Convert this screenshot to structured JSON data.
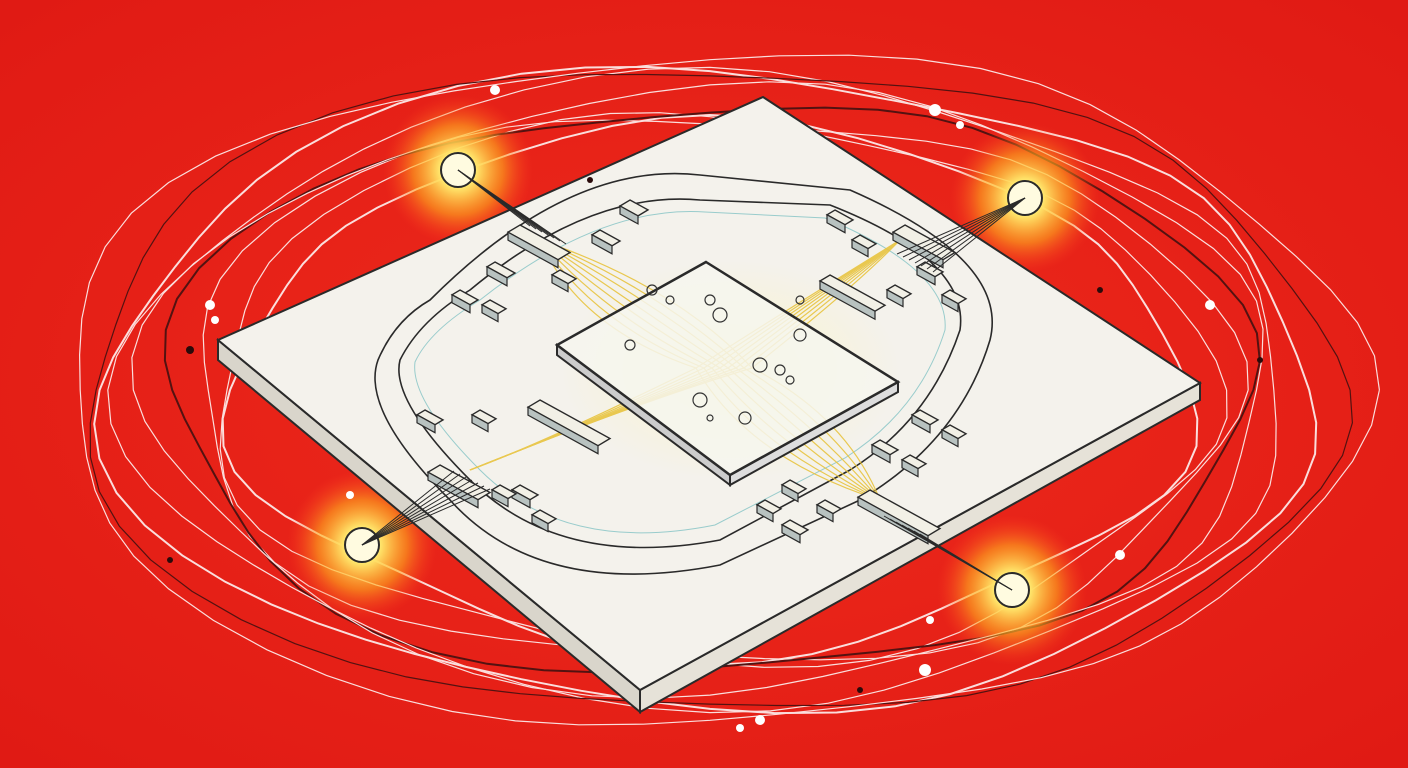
{
  "colors": {
    "background": "#e8201a",
    "board_top": "#f4f2ec",
    "board_side": "#dedbd2",
    "glow": "#ffd24a",
    "glow_core": "#fffbe0",
    "wire": "#ffffff",
    "trace": "#e8c440",
    "ink": "#2a2a2a"
  },
  "icons": [
    "circuit-board",
    "processor-chip",
    "light-node"
  ]
}
